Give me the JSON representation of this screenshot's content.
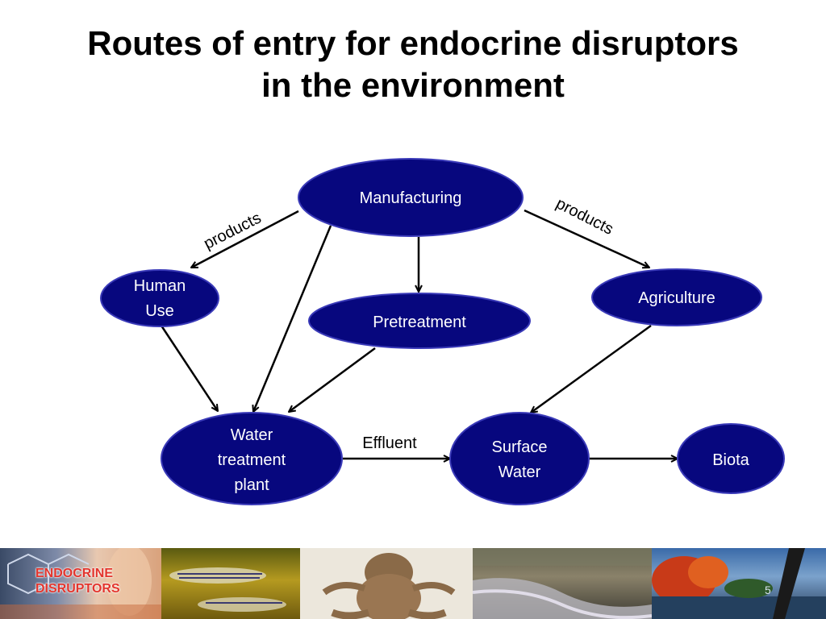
{
  "title": {
    "line1": "Routes of entry for endocrine disruptors",
    "line2": "in the environment"
  },
  "colors": {
    "node_fill": "#07077e",
    "node_stroke": "#3a3ab8",
    "node_text": "#ffffff",
    "arrow": "#000000"
  },
  "nodes": {
    "manufacturing": {
      "lines": [
        "Manufacturing"
      ]
    },
    "human_use": {
      "lines": [
        "Human",
        "Use"
      ]
    },
    "pretreatment": {
      "lines": [
        "Pretreatment"
      ]
    },
    "agriculture": {
      "lines": [
        "Agriculture"
      ]
    },
    "water_treatment_plant": {
      "lines": [
        "Water",
        "treatment",
        "plant"
      ]
    },
    "surface_water": {
      "lines": [
        "Surface",
        "Water"
      ]
    },
    "biota": {
      "lines": [
        "Biota"
      ]
    }
  },
  "edges": [
    {
      "from": "Manufacturing",
      "to": "Human Use",
      "label": "products"
    },
    {
      "from": "Manufacturing",
      "to": "Agriculture",
      "label": "products"
    },
    {
      "from": "Manufacturing",
      "to": "Pretreatment",
      "label": ""
    },
    {
      "from": "Manufacturing",
      "to": "Water treatment plant",
      "label": ""
    },
    {
      "from": "Human Use",
      "to": "Water treatment plant",
      "label": ""
    },
    {
      "from": "Pretreatment",
      "to": "Water treatment plant",
      "label": ""
    },
    {
      "from": "Agriculture",
      "to": "Surface Water",
      "label": ""
    },
    {
      "from": "Water treatment plant",
      "to": "Surface Water",
      "label": "Effluent"
    },
    {
      "from": "Surface Water",
      "to": "Biota",
      "label": ""
    }
  ],
  "edge_labels": {
    "products_left": "products",
    "products_right": "products",
    "effluent": "Effluent"
  },
  "footer": {
    "logo_line1": "ENDOCRINE",
    "logo_line2": "DISRUPTORS",
    "page_number": "5"
  }
}
